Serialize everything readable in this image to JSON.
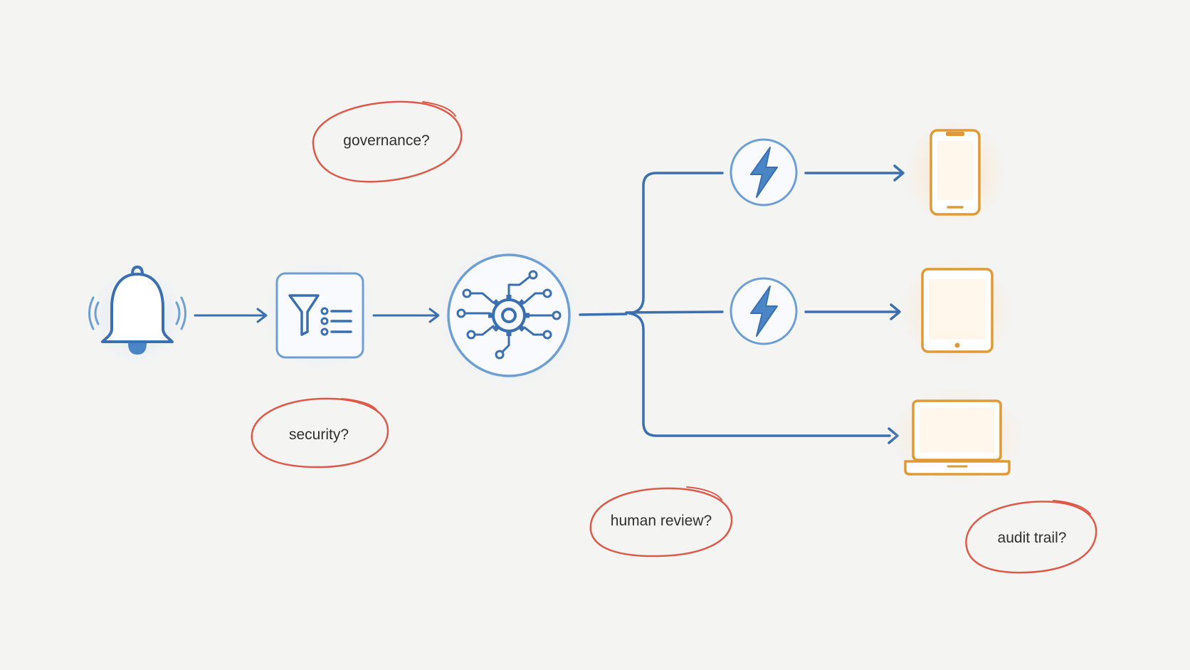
{
  "colors": {
    "background": "#f4f4f3",
    "flow_blue": "#3a6fb0",
    "icon_blue": "#4a86c5",
    "device_orange": "#e09a35",
    "note_red": "#dc5a4a"
  },
  "nodes": {
    "source": {
      "icon": "bell-icon"
    },
    "filter": {
      "icon": "filter-list-icon"
    },
    "processor": {
      "icon": "gear-circuit-icon"
    },
    "trigger_top": {
      "icon": "lightning-icon"
    },
    "trigger_mid": {
      "icon": "lightning-icon"
    },
    "device_phone": {
      "icon": "smartphone-icon"
    },
    "device_tablet": {
      "icon": "tablet-icon"
    },
    "device_laptop": {
      "icon": "laptop-icon"
    }
  },
  "notes": {
    "governance": "governance?",
    "security": "security?",
    "human_review": "human review?",
    "audit_trail": "audit trail?"
  }
}
